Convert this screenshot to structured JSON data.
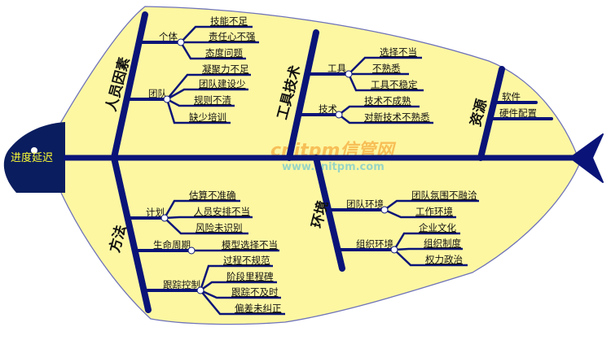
{
  "head": {
    "label": "进度延迟"
  },
  "watermark": {
    "brand": "cnitpm信管网",
    "url": "www.cnitpm.com"
  },
  "colors": {
    "bone": "#0a1478",
    "body": "#fdf7a2",
    "outline": "#6f73b8",
    "head_text": "#ffff33",
    "watermark_brand": "#f7b64a",
    "watermark_url": "#8fd3c8"
  },
  "categories": [
    {
      "label": "人员因素",
      "branches": [
        {
          "label": "个体",
          "causes": [
            "技能不足",
            "责任心不强",
            "态度问题"
          ]
        },
        {
          "label": "团队",
          "causes": [
            "凝聚力不足",
            "团队建设少",
            "规则不清",
            "缺少培训"
          ]
        }
      ]
    },
    {
      "label": "工具技术",
      "branches": [
        {
          "label": "工具",
          "causes": [
            "选择不当",
            "不熟悉",
            "工具不稳定"
          ]
        },
        {
          "label": "技术",
          "causes": [
            "技术不成熟",
            "对新技术不熟悉"
          ]
        }
      ]
    },
    {
      "label": "资源",
      "branches": [
        {
          "label": "",
          "causes": [
            "软件",
            "硬件配置"
          ]
        }
      ]
    },
    {
      "label": "方法",
      "branches": [
        {
          "label": "计划",
          "causes": [
            "估算不准确",
            "人员安排不当",
            "风险未识别"
          ]
        },
        {
          "label": "生命周期",
          "causes": [
            "模型选择不当"
          ]
        },
        {
          "label": "跟踪控制",
          "causes": [
            "过程不规范",
            "阶段里程碑",
            "跟踪不及时",
            "偏差未纠正"
          ]
        }
      ]
    },
    {
      "label": "环境",
      "branches": [
        {
          "label": "团队环境",
          "causes": [
            "团队氛围不融洽",
            "工作环境"
          ]
        },
        {
          "label": "组织环境",
          "causes": [
            "企业文化",
            "组织制度",
            "权力政治"
          ]
        }
      ]
    }
  ]
}
